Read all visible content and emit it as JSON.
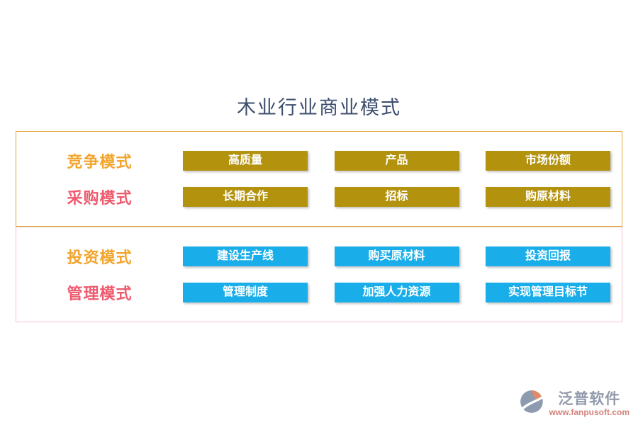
{
  "page": {
    "title": "木业行业商业模式",
    "background": "#ffffff"
  },
  "colors": {
    "title_text": "#3d4e6e",
    "upper_box_border": "#e0a42e",
    "lower_box_border": "#f2c3cb",
    "gold_node_bg": "#b3920e",
    "cyan_node_bg": "#19aee9",
    "node_text": "#ffffff",
    "label_gold": "#f2a42d",
    "label_red": "#ee5a6e"
  },
  "sections": [
    {
      "name": "upper",
      "border_color": "#e0a42e",
      "node_color": "#b3920e",
      "rows": [
        {
          "label": "竞争模式",
          "label_color": "#f2a42d",
          "buttons": [
            "高质量",
            "产品",
            "市场份额"
          ]
        },
        {
          "label": "采购模式",
          "label_color": "#ee5a6e",
          "buttons": [
            "长期合作",
            "招标",
            "购原材料"
          ]
        }
      ]
    },
    {
      "name": "lower",
      "border_color": "#f2c3cb",
      "node_color": "#19aee9",
      "rows": [
        {
          "label": "投资模式",
          "label_color": "#f2a42d",
          "buttons": [
            "建设生产线",
            "购买原材料",
            "投资回报"
          ]
        },
        {
          "label": "管理模式",
          "label_color": "#ee5a6e",
          "buttons": [
            "管理制度",
            "加强人力资源",
            "实现管理目标节"
          ]
        }
      ]
    }
  ],
  "watermark": {
    "brand": "泛普软件",
    "url": "www.fanpusoft.com"
  }
}
